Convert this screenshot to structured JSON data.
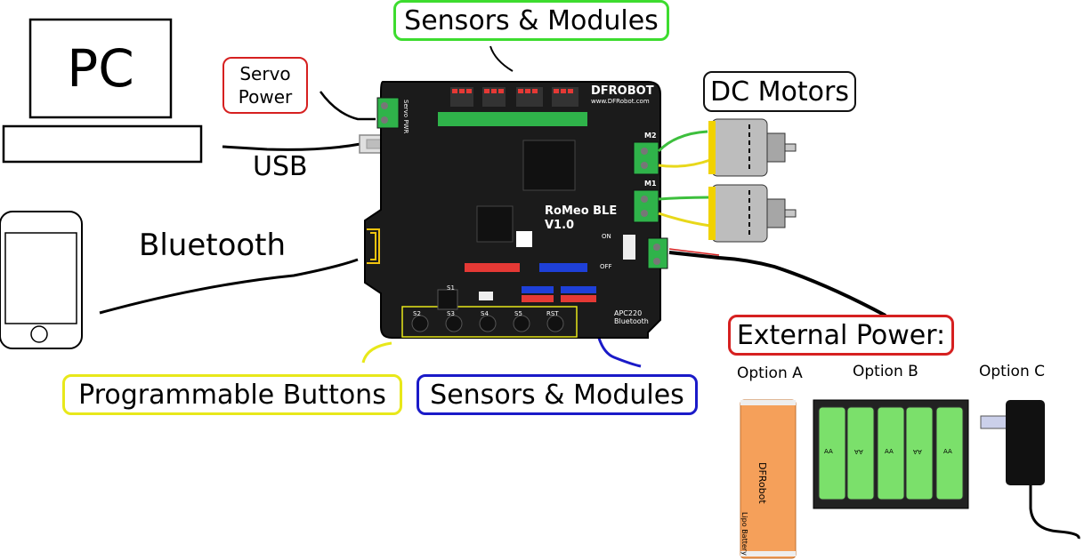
{
  "pc": {
    "screen_label": "PC"
  },
  "usb": {
    "label": "USB"
  },
  "bluetooth": {
    "label": "Bluetooth"
  },
  "servo_power": {
    "line1": "Servo",
    "line2": "Power"
  },
  "sensors_top": {
    "label": "Sensors & Modules"
  },
  "sensors_bottom": {
    "label": "Sensors & Modules"
  },
  "dc_motors": {
    "label": "DC Motors"
  },
  "buttons": {
    "label": "Programmable Buttons"
  },
  "external_power": {
    "label": "External Power:",
    "option_a": "Option A",
    "option_b": "Option B",
    "option_c": "Option C"
  },
  "board": {
    "brand": "DFROBOT",
    "url": "www.DFRobot.com",
    "model": "RoMeo BLE",
    "version": "V1.0",
    "apc_label": "APC220",
    "apc_sub": "Bluetooth",
    "m1": "M1",
    "m2": "M2",
    "on": "ON",
    "off": "OFF",
    "servo_pwr": "Servo PWR",
    "buttons": [
      "S1",
      "S2",
      "S3",
      "S4",
      "S5",
      "RST"
    ]
  },
  "battery": {
    "brand": "DFRobot",
    "type": "Lipo Battery"
  },
  "aa_cell": "AA",
  "colors": {
    "green_outline": "#3ddc2f",
    "red_outline": "#d62020",
    "black_outline": "#111111",
    "yellow_outline": "#e8e81a",
    "blue_outline": "#1a1ac8",
    "board": "#1b1b1b",
    "battery_orange": "#f5a05a",
    "aa_green": "#7be06b"
  }
}
